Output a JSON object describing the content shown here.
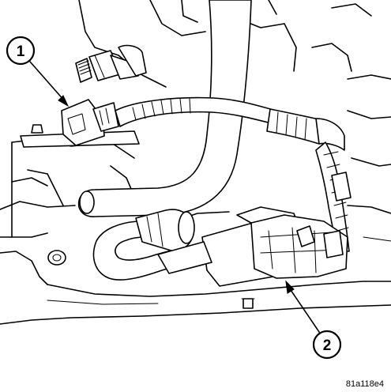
{
  "callouts": [
    {
      "label": "1"
    },
    {
      "label": "2"
    }
  ],
  "figure_code": "81a118e4",
  "icons": {
    "callout_marker": "numbered-circle-icon",
    "leader": "arrow-icon"
  }
}
